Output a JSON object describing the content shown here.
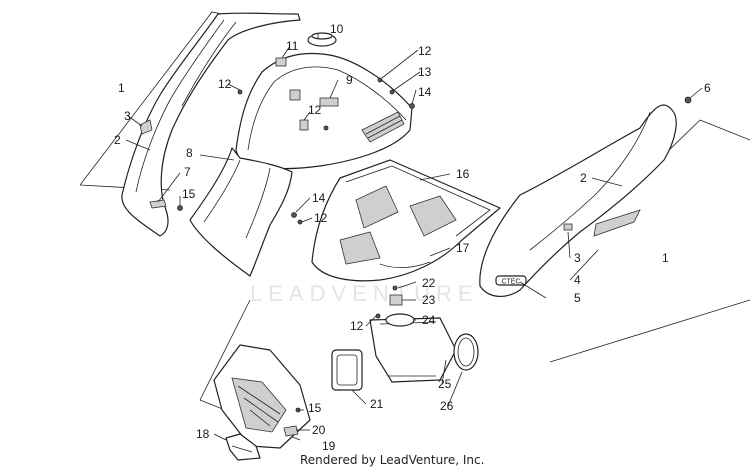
{
  "watermark": "LEADVENTURE",
  "footer": {
    "credit": "Rendered by LeadVenture, Inc."
  },
  "logo_text": "CTEC",
  "callouts": [
    {
      "id": "c1a",
      "label": "1"
    },
    {
      "id": "c2a",
      "label": "2"
    },
    {
      "id": "c3a",
      "label": "3"
    },
    {
      "id": "c7",
      "label": "7"
    },
    {
      "id": "c15a",
      "label": "15"
    },
    {
      "id": "c8",
      "label": "8"
    },
    {
      "id": "c10",
      "label": "10"
    },
    {
      "id": "c11",
      "label": "11"
    },
    {
      "id": "c12a",
      "label": "12"
    },
    {
      "id": "c9",
      "label": "9"
    },
    {
      "id": "c12b",
      "label": "12"
    },
    {
      "id": "c12c",
      "label": "12"
    },
    {
      "id": "c13",
      "label": "13"
    },
    {
      "id": "c14a",
      "label": "14"
    },
    {
      "id": "c14b",
      "label": "14"
    },
    {
      "id": "c12d",
      "label": "12"
    },
    {
      "id": "c16",
      "label": "16"
    },
    {
      "id": "c17",
      "label": "17"
    },
    {
      "id": "c22",
      "label": "22"
    },
    {
      "id": "c23",
      "label": "23"
    },
    {
      "id": "c24",
      "label": "24"
    },
    {
      "id": "c12e",
      "label": "12"
    },
    {
      "id": "c6",
      "label": "6"
    },
    {
      "id": "c2b",
      "label": "2"
    },
    {
      "id": "c3b",
      "label": "3"
    },
    {
      "id": "c4",
      "label": "4"
    },
    {
      "id": "c5",
      "label": "5"
    },
    {
      "id": "c1b",
      "label": "1"
    },
    {
      "id": "c25",
      "label": "25"
    },
    {
      "id": "c26",
      "label": "26"
    },
    {
      "id": "c21",
      "label": "21"
    },
    {
      "id": "c15b",
      "label": "15"
    },
    {
      "id": "c20",
      "label": "20"
    },
    {
      "id": "c19",
      "label": "19"
    },
    {
      "id": "c18",
      "label": "18"
    }
  ]
}
